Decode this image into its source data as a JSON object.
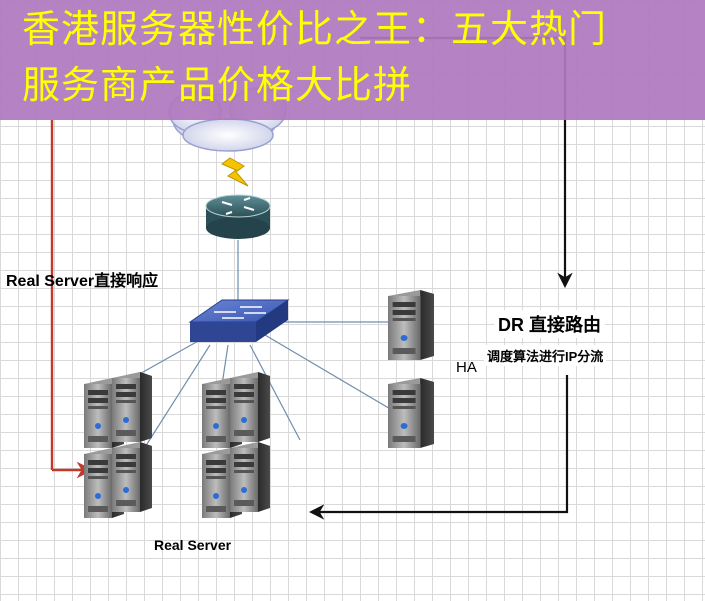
{
  "banner": {
    "line1": "香港服务器性价比之王：五大热门",
    "line2": "服务商产品价格大比拼",
    "color": "#ffff00",
    "background": "#b07cc0"
  },
  "labels": {
    "real_server_direct": "Real Server直接响应",
    "dr_direct_route": "DR 直接路由",
    "dispatch_algorithm": "调度算法进行IP分流",
    "ha": "HA",
    "real_server": "Real Server"
  },
  "arrows": {
    "dark_color": "#111111",
    "red_color": "#c0392b"
  },
  "icons": [
    "internet-cloud-icon",
    "lightning-icon",
    "router-icon",
    "switch-icon",
    "server-icon"
  ]
}
